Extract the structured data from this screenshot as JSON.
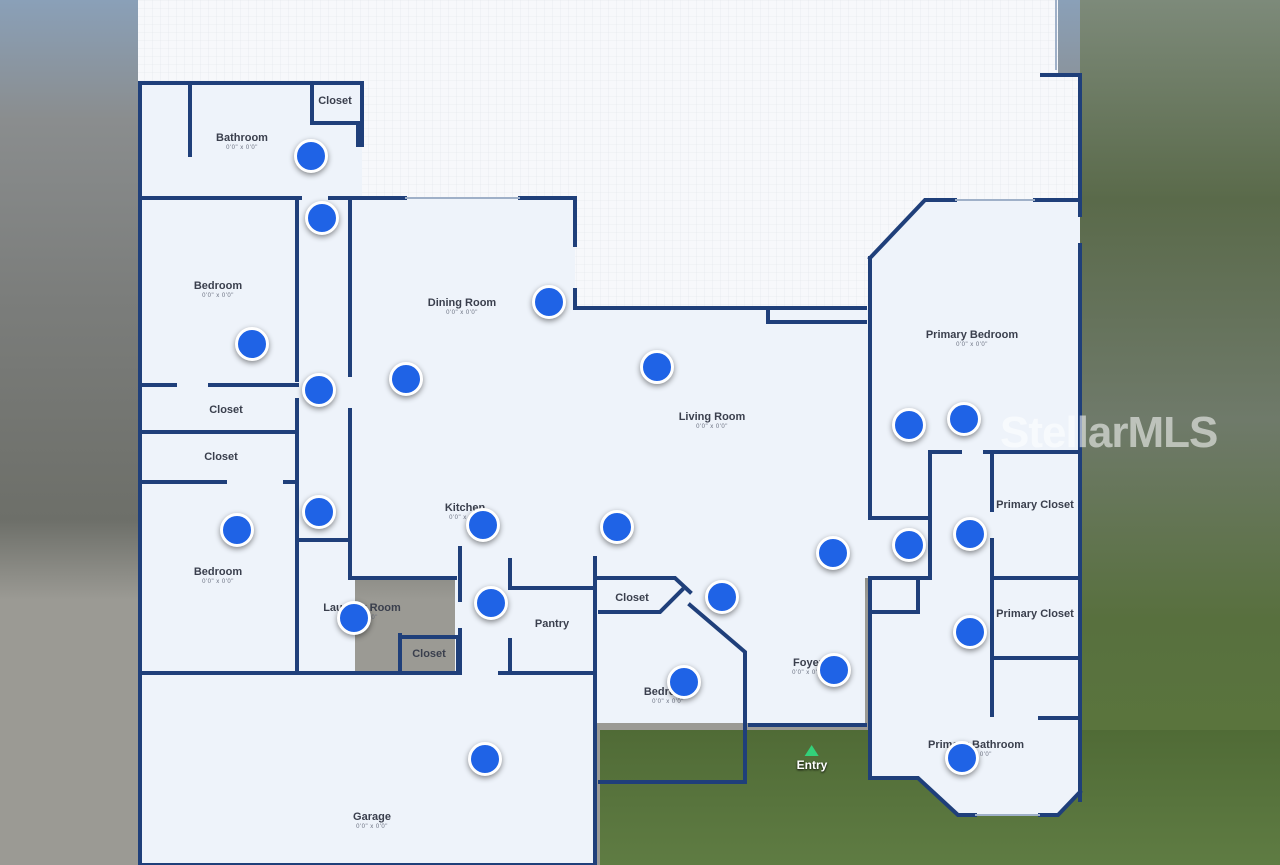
{
  "rooms": {
    "bathroom": {
      "name": "Bathroom",
      "dims": "0'0\" x 0'0\""
    },
    "closet_top": {
      "name": "Closet"
    },
    "bedroom_top": {
      "name": "Bedroom",
      "dims": "0'0\" x 0'0\""
    },
    "closet_1": {
      "name": "Closet"
    },
    "closet_2": {
      "name": "Closet"
    },
    "bedroom_bottom": {
      "name": "Bedroom",
      "dims": "0'0\" x 0'0\""
    },
    "laundry": {
      "name": "Laundry Room",
      "dims": "0'0\" x 0'0\""
    },
    "closet_laundry": {
      "name": "Closet"
    },
    "dining": {
      "name": "Dining Room",
      "dims": "0'0\" x 0'0\""
    },
    "living": {
      "name": "Living Room",
      "dims": "0'0\" x 0'0\""
    },
    "kitchen": {
      "name": "Kitchen",
      "dims": "0'0\" x 0'0\""
    },
    "pantry": {
      "name": "Pantry"
    },
    "closet_mid": {
      "name": "Closet"
    },
    "bedroom_mid": {
      "name": "Bedroom",
      "dims": "0'0\" x 0'0\""
    },
    "foyer": {
      "name": "Foyer",
      "dims": "0'0\" x 0'0\""
    },
    "primary_bedroom": {
      "name": "Primary Bedroom",
      "dims": "0'0\" x 0'0\""
    },
    "primary_closet_1": {
      "name": "Primary Closet"
    },
    "primary_closet_2": {
      "name": "Primary Closet"
    },
    "primary_bathroom": {
      "name": "Primary Bathroom",
      "dims": "0'0\" x 0'0\""
    },
    "garage": {
      "name": "Garage",
      "dims": "0'0\" x 0'0\""
    }
  },
  "entry_label": "Entry",
  "watermark": "StellarMLS",
  "colors": {
    "wall": "#1f3f7a",
    "floor": "#eef3fa",
    "hotspot": "#1f63e6",
    "entry_arrow": "#33d17a"
  }
}
